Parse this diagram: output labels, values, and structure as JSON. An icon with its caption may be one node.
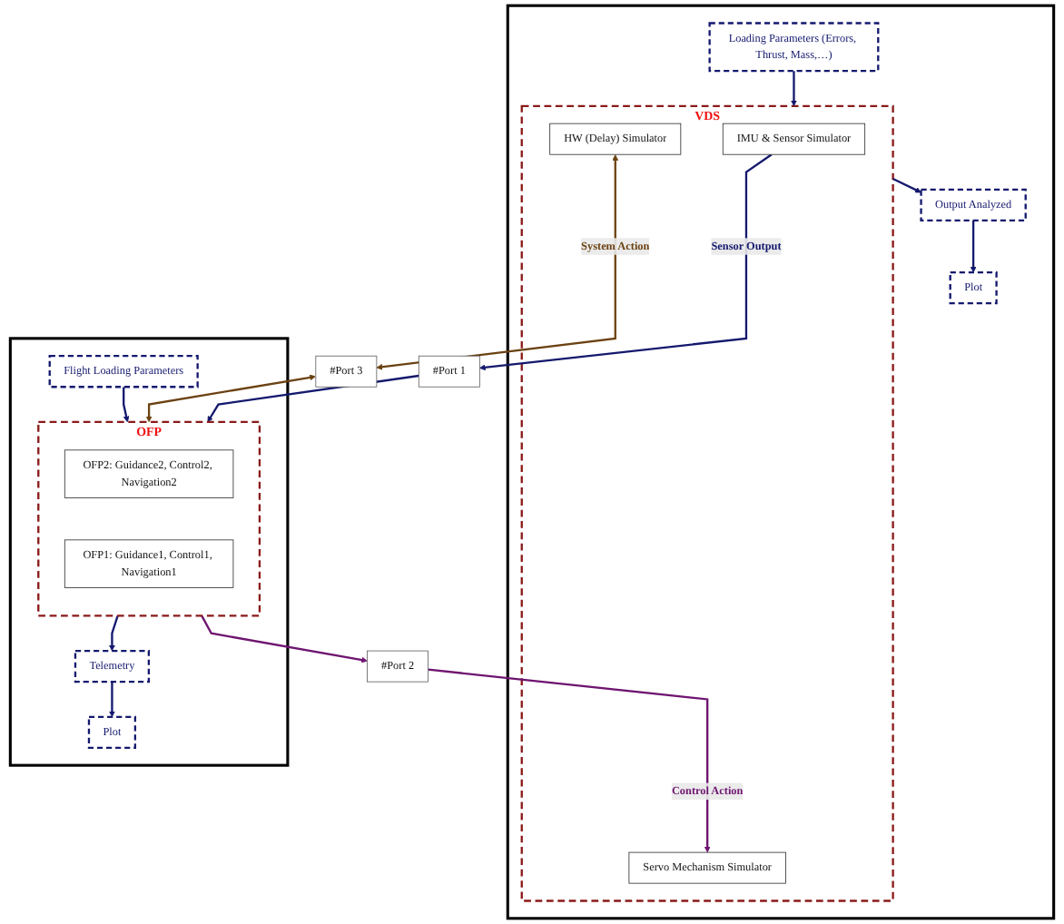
{
  "diagram": {
    "nodes": [
      {
        "text": [],
        "shape": "box"
      },
      {
        "text": [
          "Loading Parameters (Errors, Thrust, Mass,…)"
        ],
        "in": 0
      },
      {
        "text": [
          "VDS"
        ],
        "in": 0
      },
      {
        "text": [
          "IMU & Sensor Simulator"
        ],
        "in": 2
      },
      {
        "text": [
          "Servo Mechanism Simulator"
        ],
        "in": 2
      },
      {
        "text": [
          "HW (Delay) Simulator"
        ],
        "in": 2
      },
      {
        "text": [
          "Output Analyzed"
        ],
        "in": 0
      },
      {
        "text": [
          "Plot"
        ],
        "in": 0
      },
      {
        "text": [
          "#Port 1"
        ]
      },
      {
        "text": [
          "#Port 2"
        ]
      },
      {
        "text": [
          "#Port 3"
        ]
      },
      {
        "text": [],
        "shape": "box"
      },
      {
        "text": [
          "Telemetry"
        ],
        "in": 11
      },
      {
        "text": [
          "OFP"
        ],
        "in": 11
      },
      {
        "text": [
          "OFP2: Guidance2, Control2, Navigation2"
        ],
        "in": 13
      },
      {
        "text": [
          "OFP1: Guidance1, Control1, Navigation1"
        ],
        "in": 13
      },
      {
        "text": [
          "Plot"
        ],
        "in": 11
      },
      {
        "text": [
          "Flight Loading Parameters"
        ],
        "in": 11
      }
    ],
    "edges": [
      {
        "from": 1,
        "to": 2,
        "arrow": "to"
      },
      {
        "from": 2,
        "to": 6,
        "arrow": "to"
      },
      {
        "from": 6,
        "to": 7,
        "arrow": "to"
      },
      {
        "from": 3,
        "to": 8,
        "label": "Sensor Output",
        "arrow": "to"
      },
      {
        "from": 9,
        "to": 4,
        "label": "Control Action",
        "arrow": "to",
        "color": "#6e1470"
      },
      {
        "from": 5,
        "to": 10,
        "label": "System Action",
        "arrow": "both",
        "color": "#6b4212"
      },
      {
        "from": 8,
        "to": 13,
        "arrow": "to"
      },
      {
        "from": 13,
        "to": 9,
        "arrow": "to",
        "color": "#6e1470"
      },
      {
        "from": 10,
        "to": 13,
        "arrow": "both",
        "color": "#6b4212"
      },
      {
        "from": 13,
        "to": 12,
        "arrow": "to"
      },
      {
        "from": 12,
        "to": 16,
        "arrow": "to"
      },
      {
        "from": 17,
        "to": 13,
        "arrow": "to"
      }
    ]
  }
}
